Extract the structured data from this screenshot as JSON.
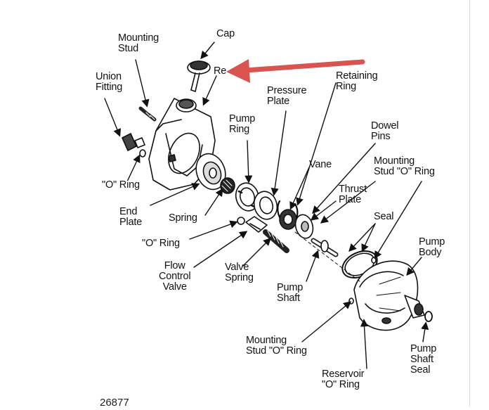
{
  "diagram": {
    "labels": {
      "cap": "Cap",
      "mounting_stud": [
        "Mounting",
        "Stud"
      ],
      "union_fitting": [
        "Union",
        "Fitting"
      ],
      "reservoir_partial": "Re",
      "pressure_plate": [
        "Pressure",
        "Plate"
      ],
      "retaining_ring": [
        "Retaining",
        "Ring"
      ],
      "pump_ring": [
        "Pump",
        "Ring"
      ],
      "dowel_pins": [
        "Dowel",
        "Pins"
      ],
      "vane": "Vane",
      "mounting_stud_o_ring_right": [
        "Mounting",
        "Stud \"O\" Ring"
      ],
      "o_ring_upper": "\"O\" Ring",
      "thrust_plate": [
        "Thrust",
        "Plate"
      ],
      "end_plate": [
        "End",
        "Plate"
      ],
      "spring": "Spring",
      "seal": "Seal",
      "pump_body": [
        "Pump",
        "Body"
      ],
      "o_ring_lower": "\"O\" Ring",
      "flow_control_valve": [
        "Flow",
        "Control",
        "Valve"
      ],
      "valve_spring": [
        "Valve",
        "Spring"
      ],
      "pump_shaft": [
        "Pump",
        "Shaft"
      ],
      "mounting_stud_o_ring_bottom": [
        "Mounting",
        "Stud \"O\" Ring"
      ],
      "reservoir_o_ring": [
        "Reservoir",
        "\"O\" Ring"
      ],
      "pump_shaft_seal": [
        "Pump",
        "Shaft",
        "Seal"
      ]
    },
    "figure_number": "26877",
    "colors": {
      "ink": "#111111",
      "arrow": "#d9534f"
    }
  }
}
